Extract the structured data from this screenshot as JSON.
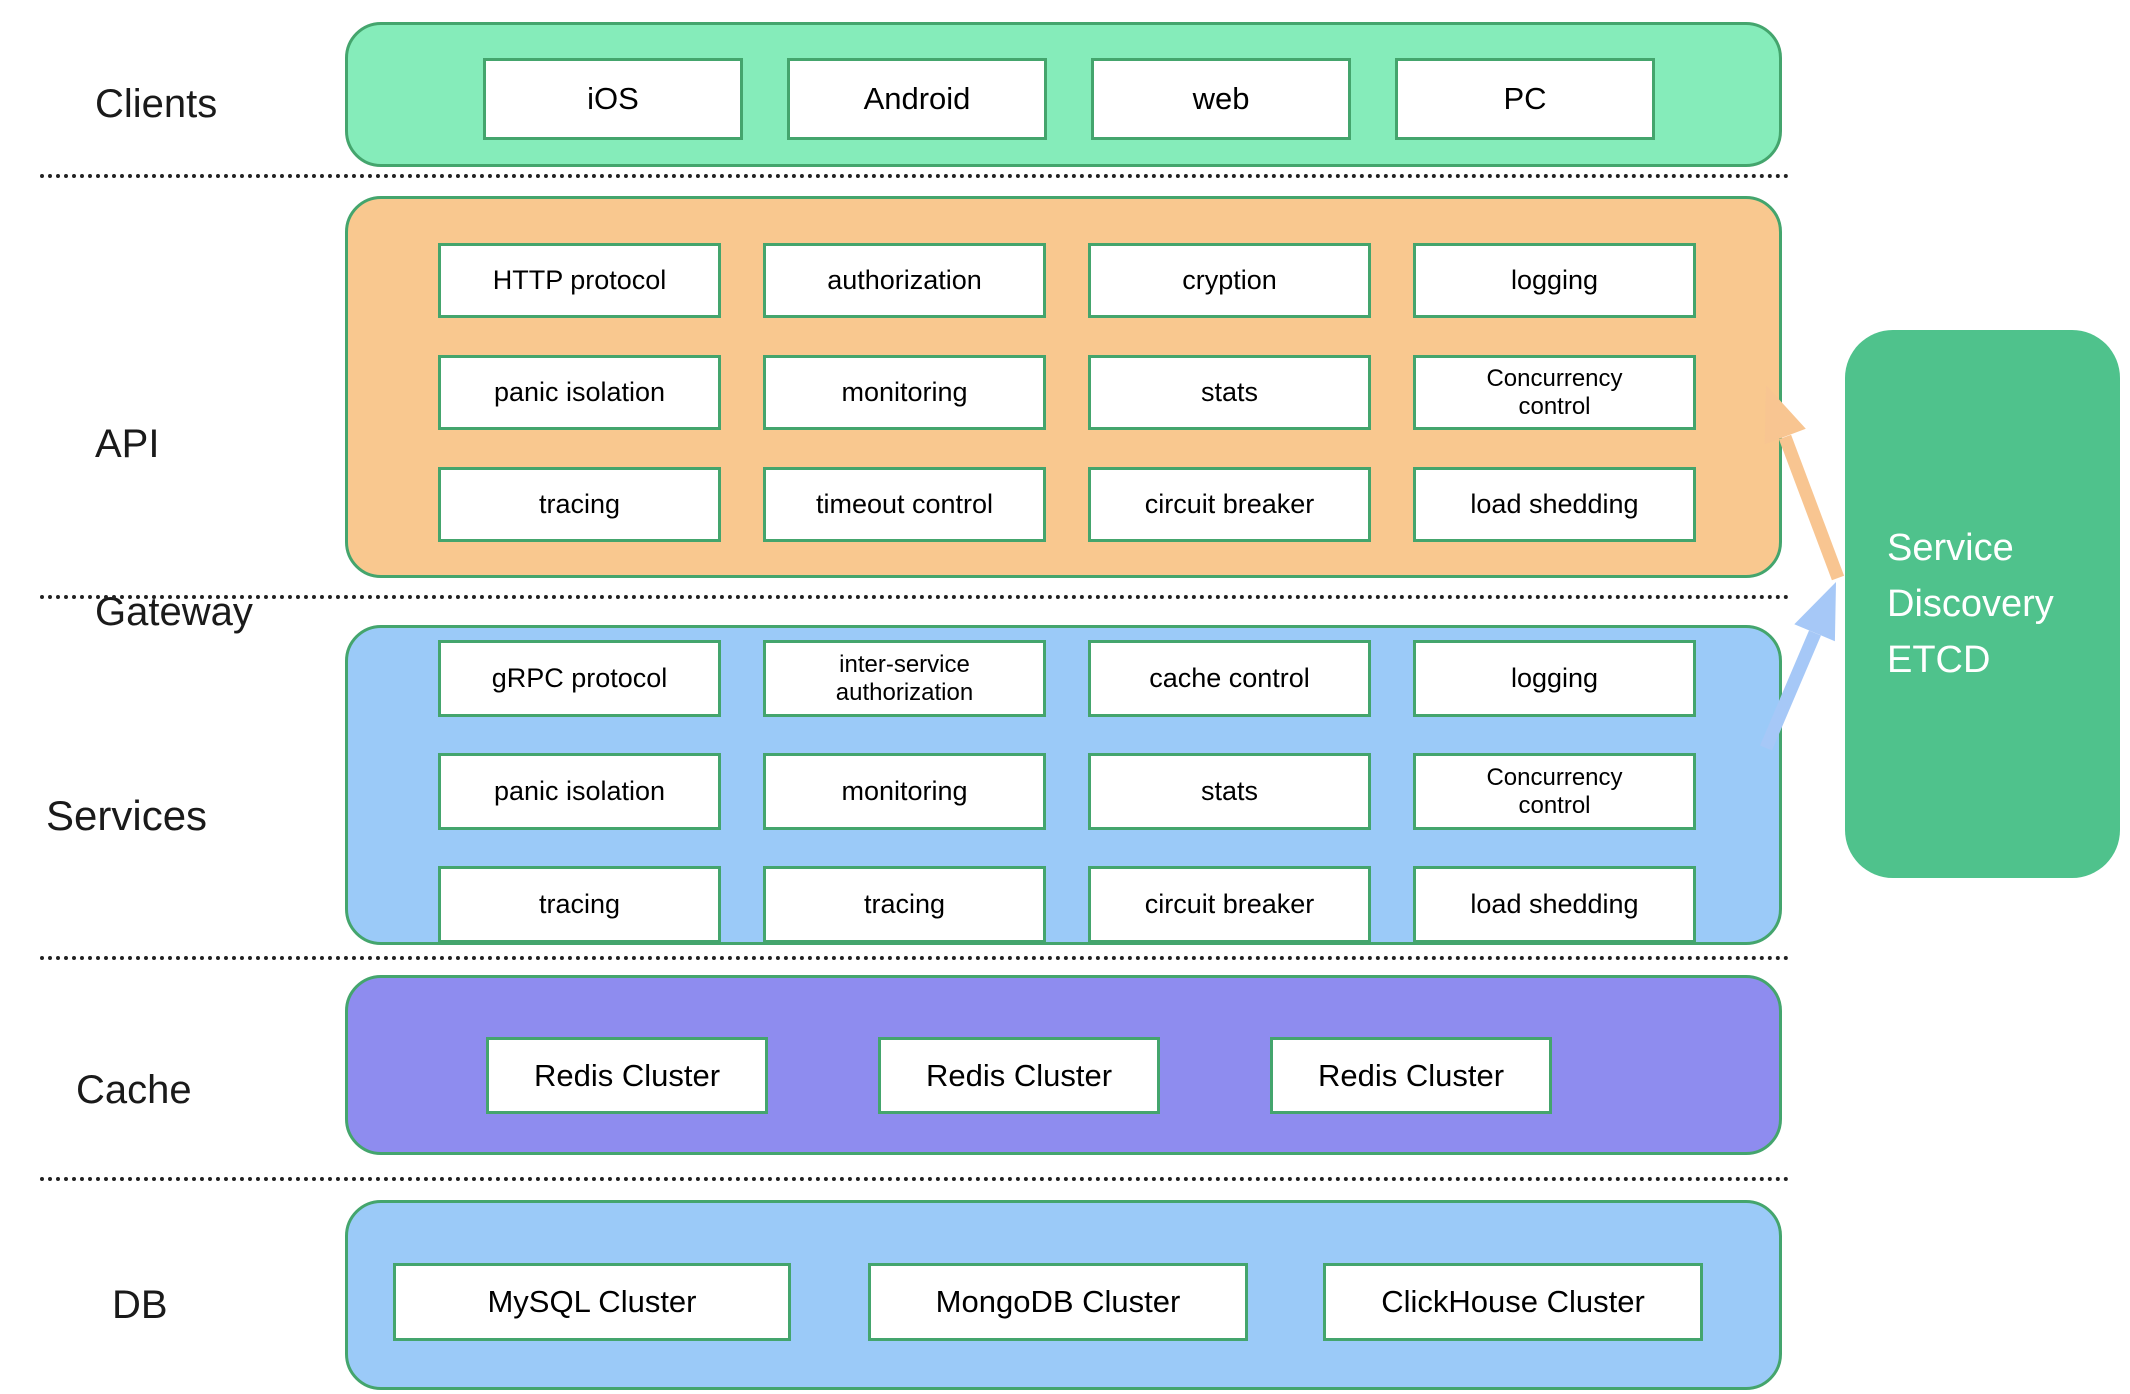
{
  "colors": {
    "clients_bg": "#85ecba",
    "gateway_bg": "#f9c88f",
    "services_bg": "#9bcaf8",
    "cache_bg": "#8e8cef",
    "db_bg": "#9bcaf8",
    "discovery_bg": "#4fc28c",
    "band_border": "#44a56d",
    "box_border": "#44a56d",
    "box_bg": "#ffffff",
    "label_text": "#1a1a1a",
    "cell_text": "#000000",
    "discovery_text": "#ffffff",
    "arrow_orange": "#f8c591",
    "arrow_blue": "#a6c8f7",
    "separator": "#222222"
  },
  "layers": {
    "clients": {
      "label": "Clients",
      "items": [
        "iOS",
        "Android",
        "web",
        "PC"
      ]
    },
    "gateway": {
      "label_line1": "API",
      "label_line2": "Gateway",
      "cells": [
        "HTTP protocol",
        "authorization",
        "cryption",
        "logging",
        "panic isolation",
        "monitoring",
        "stats",
        "Concurrency control",
        "tracing",
        "timeout control",
        "circuit breaker",
        "load shedding"
      ]
    },
    "services": {
      "label": "Services",
      "cells": [
        "gRPC protocol",
        "inter-service authorization",
        "cache control",
        "logging",
        "panic isolation",
        "monitoring",
        "stats",
        "Concurrency control",
        "tracing",
        "tracing",
        "circuit breaker",
        "load shedding"
      ]
    },
    "cache": {
      "label": "Cache",
      "items": [
        "Redis Cluster",
        "Redis Cluster",
        "Redis Cluster"
      ]
    },
    "db": {
      "label": "DB",
      "items": [
        "MySQL Cluster",
        "MongoDB Cluster",
        "ClickHouse Cluster"
      ]
    }
  },
  "discovery": {
    "line1": "Service",
    "line2": "Discovery",
    "line3": "ETCD"
  }
}
